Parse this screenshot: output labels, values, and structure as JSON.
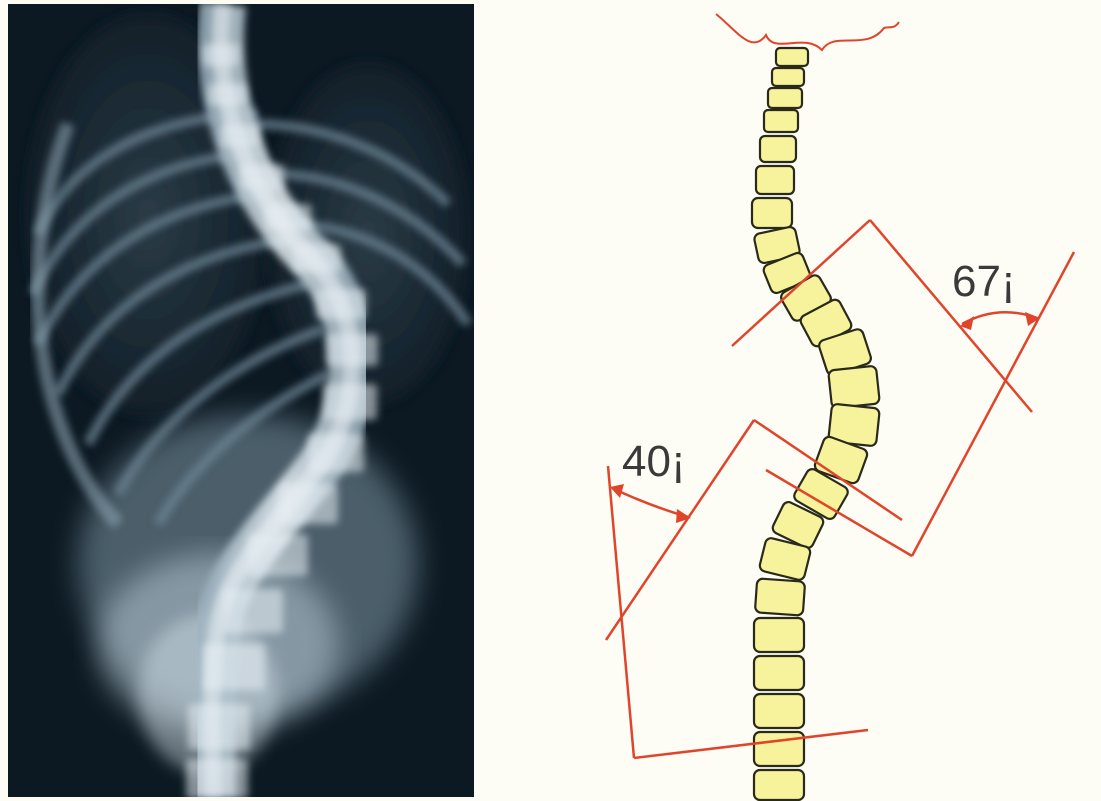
{
  "figure": {
    "left_panel": {
      "kind": "radiograph"
    },
    "right_panel": {
      "kind": "spine-diagram",
      "upper_curve_angle": "67¡",
      "lower_curve_angle": "40¡"
    }
  },
  "colors": {
    "background": "#fdfcf5",
    "xray_dark": "#0c1922",
    "bone": "#dbe7ee",
    "vertebra_fill": "#f7f29c",
    "vertebra_stroke": "#2a2a1a",
    "measurement_lines": "#e0452b",
    "label_text": "#3a3a3a"
  }
}
